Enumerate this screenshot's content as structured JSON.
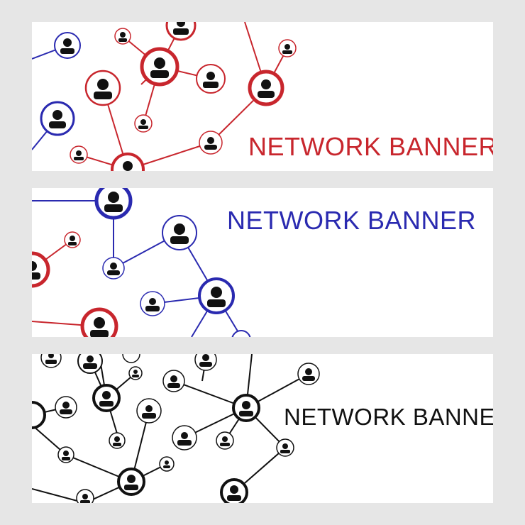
{
  "banners": [
    {
      "title": "NETWORK BANNER",
      "title_color": "#c8262d",
      "node_colors": [
        "#c8262d",
        "#2a2ab0"
      ]
    },
    {
      "title": "NETWORK BANNER",
      "title_color": "#2a2ab0",
      "node_colors": [
        "#2a2ab0",
        "#c8262d"
      ]
    },
    {
      "title": "NETWORK BANNER",
      "title_color": "#111111",
      "node_colors": [
        "#111111"
      ]
    }
  ],
  "icons": {
    "node": "person-icon"
  }
}
